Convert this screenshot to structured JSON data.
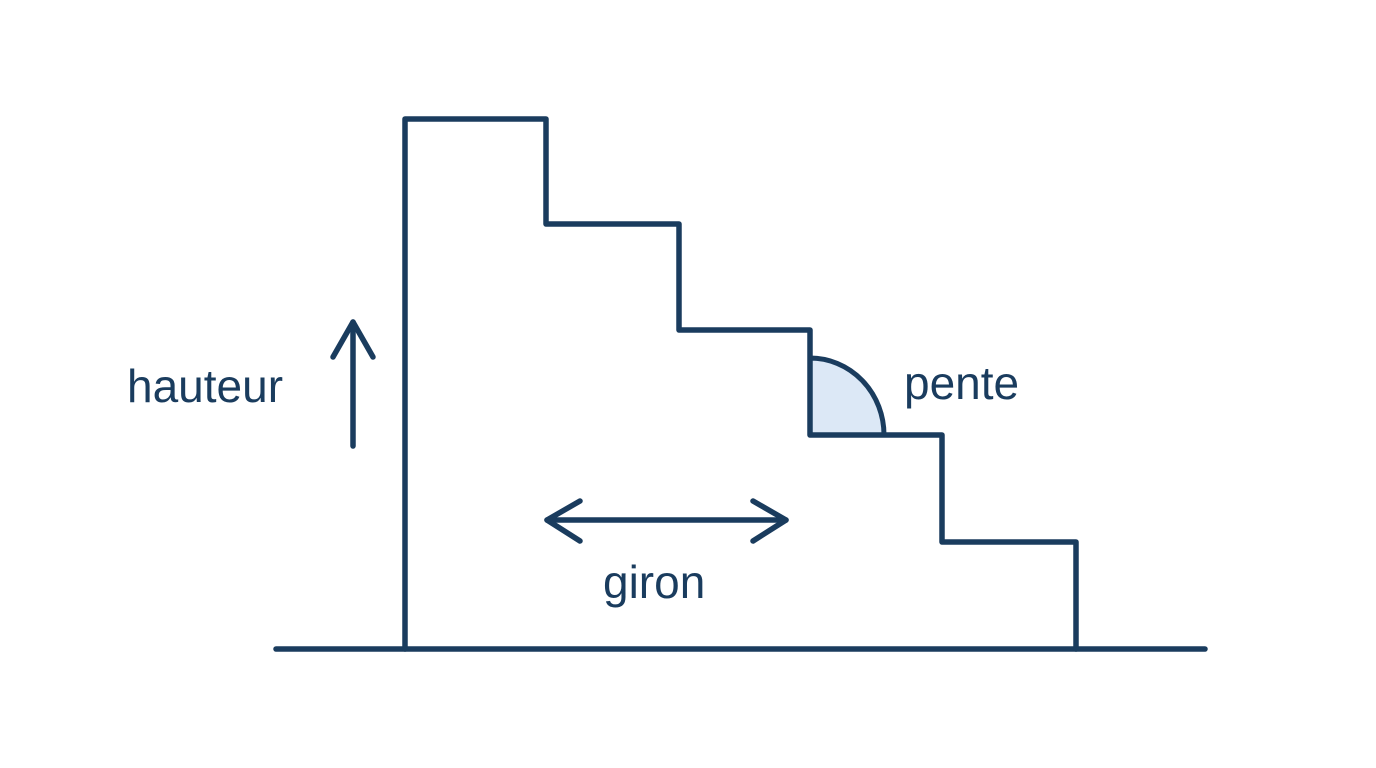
{
  "colors": {
    "line": "#1a3c5e",
    "angle_fill": "#dce8f6",
    "background": "#ffffff"
  },
  "labels": {
    "height": "hauteur",
    "tread": "giron",
    "slope": "pente"
  }
}
